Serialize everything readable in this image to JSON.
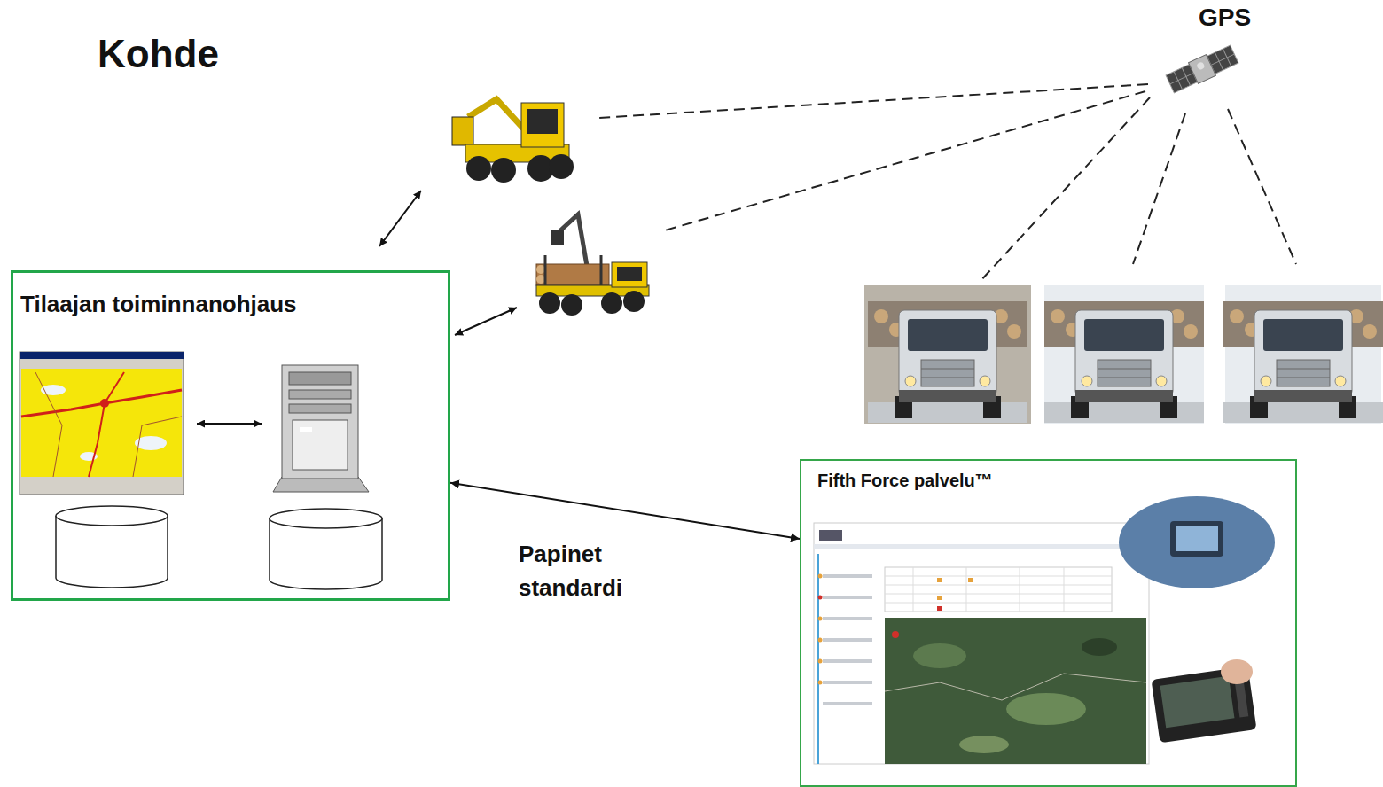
{
  "diagram": {
    "title": "Kohde",
    "nodes": [
      {
        "text": [
          "Tilaajan toiminnanohjaus"
        ]
      },
      {
        "text": [
          "Fifth Force palvelu™"
        ]
      }
    ],
    "edges": [
      {
        "from": 0,
        "to": 1,
        "label": "Papinet standardi",
        "arrow": "both"
      }
    ],
    "labels": [
      "GPS"
    ]
  }
}
